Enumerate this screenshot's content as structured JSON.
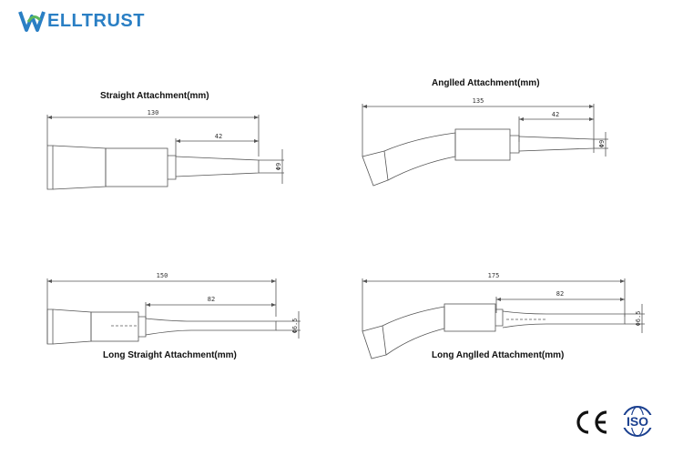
{
  "brand": {
    "name": "ELLTRUST",
    "logo_letter": "W",
    "color": "#2a7fc4",
    "accent": "#5cb85c"
  },
  "diagrams": [
    {
      "title": "Straight Attachment(mm)",
      "overall": "130",
      "tip": "42",
      "diameter": "Φ9"
    },
    {
      "title": "Anglled Attachment(mm)",
      "overall": "135",
      "tip": "42",
      "diameter": "Φ9"
    },
    {
      "title": "Long Straight Attachment(mm)",
      "overall": "150",
      "tip": "82",
      "diameter": "Φ6.5"
    },
    {
      "title": "Long Anglled Attachment(mm)",
      "overall": "175",
      "tip": "82",
      "diameter": "Φ6.5"
    }
  ],
  "certifications": {
    "ce": "CE",
    "iso": "ISO"
  }
}
